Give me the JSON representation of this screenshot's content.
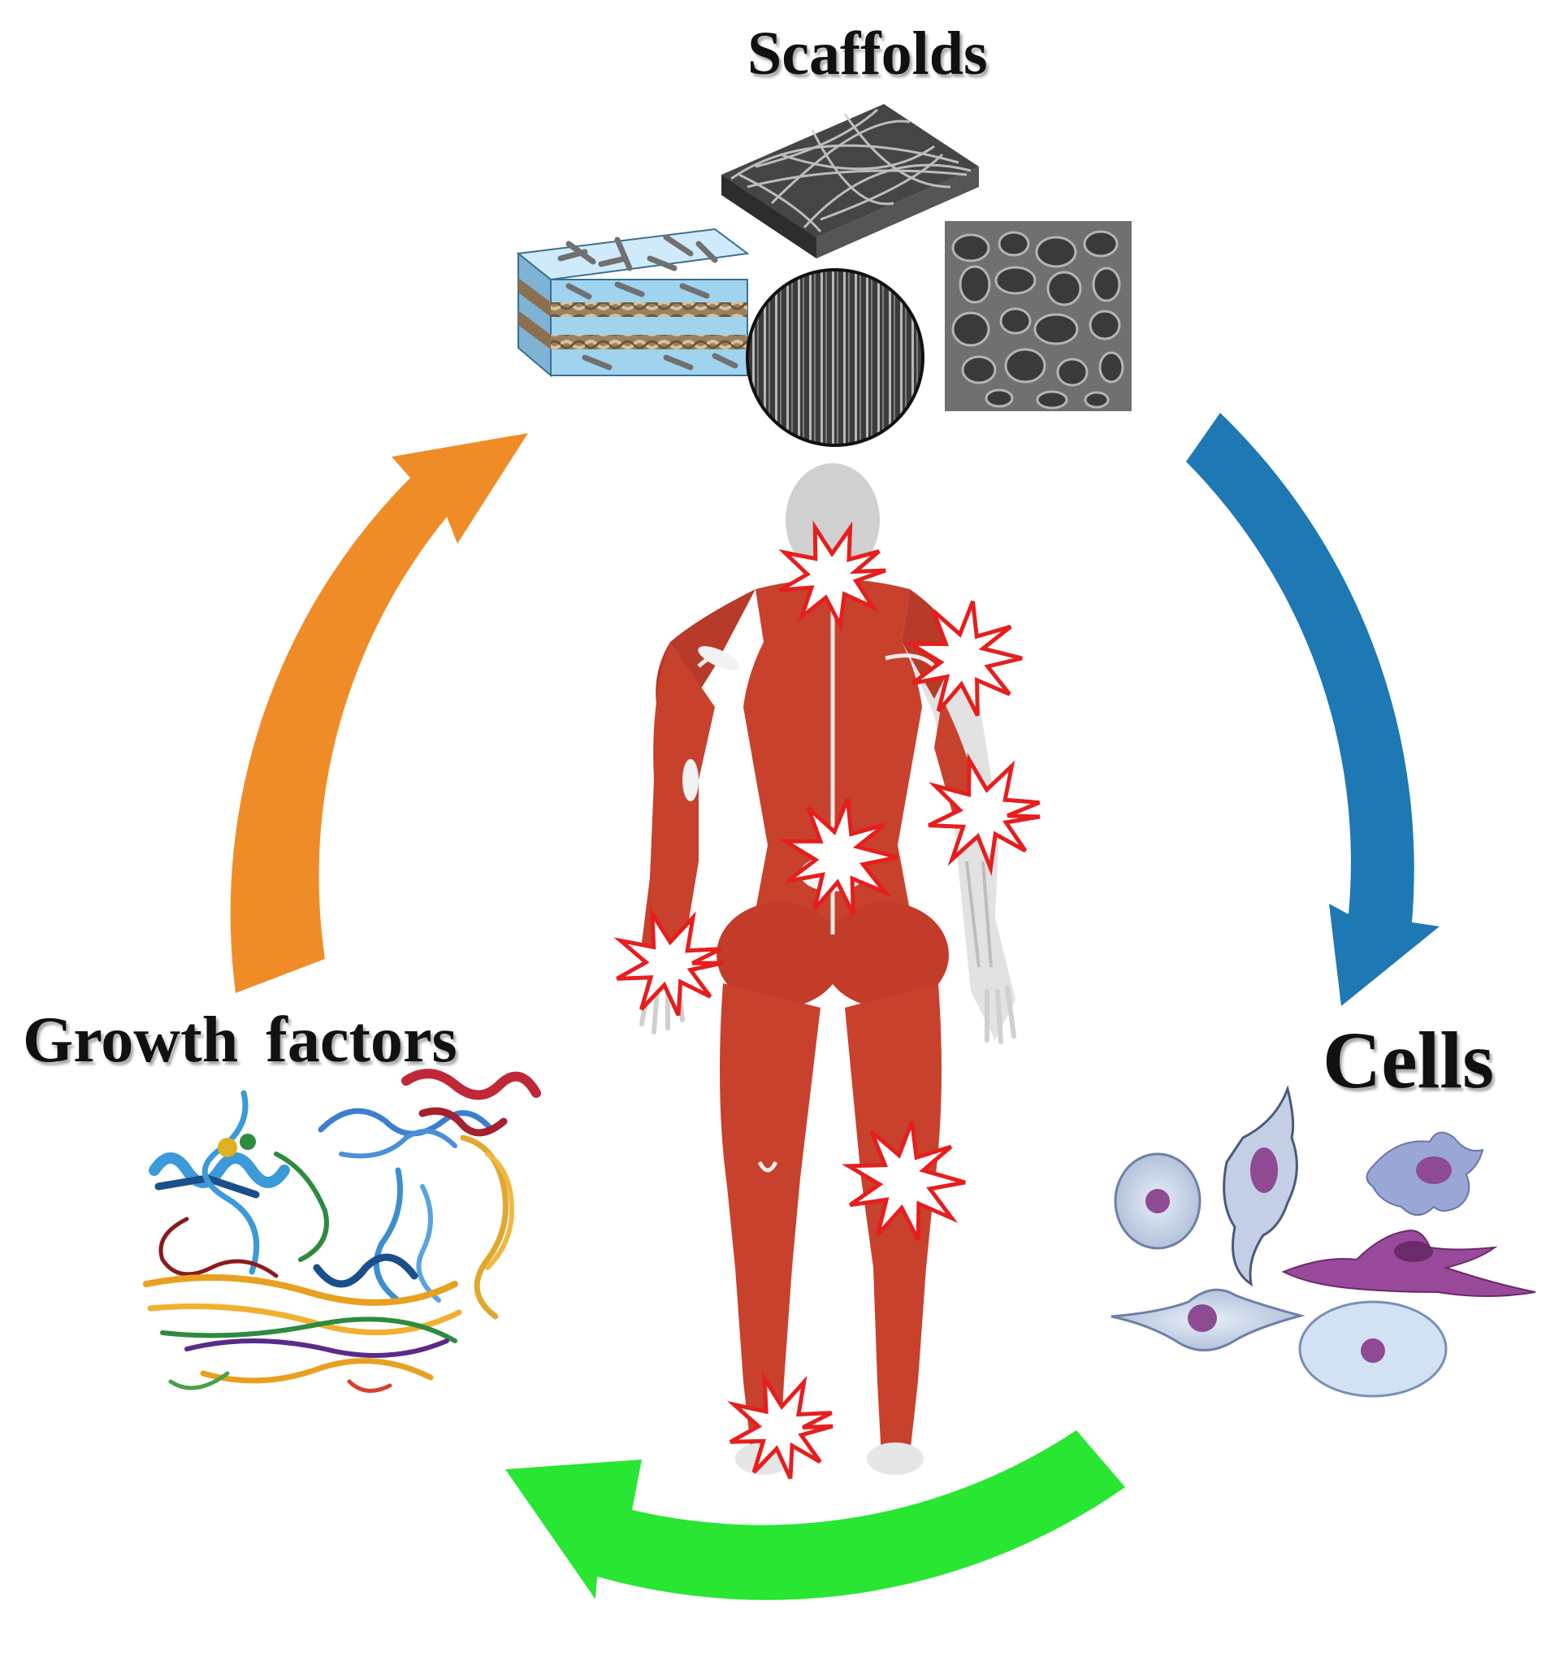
{
  "labels": {
    "scaffolds": "Scaffolds",
    "growth_factors": "Growth factors",
    "cells": "Cells"
  },
  "colors": {
    "arrow_orange": "#F08C28",
    "arrow_blue": "#1E78B4",
    "arrow_green": "#28E632",
    "muscle": "#C8412D",
    "injury_burst": "#E61E1E",
    "scaffold_blue": "#9FD3EE",
    "scaffold_gray": "#6E6E6E",
    "cell_purple": "#8E4A93",
    "cell_lavender": "#9AA6D6"
  },
  "icons": [
    "layered-hydrogel-scaffold-icon",
    "nanofiber-mat-scaffold-icon",
    "aligned-fiber-disc-scaffold-icon",
    "porous-foam-scaffold-icon",
    "human-musculoskeletal-figure-icon",
    "injury-burst-icon",
    "protein-structure-icon",
    "cell-icon",
    "cycle-arrow-icon"
  ]
}
